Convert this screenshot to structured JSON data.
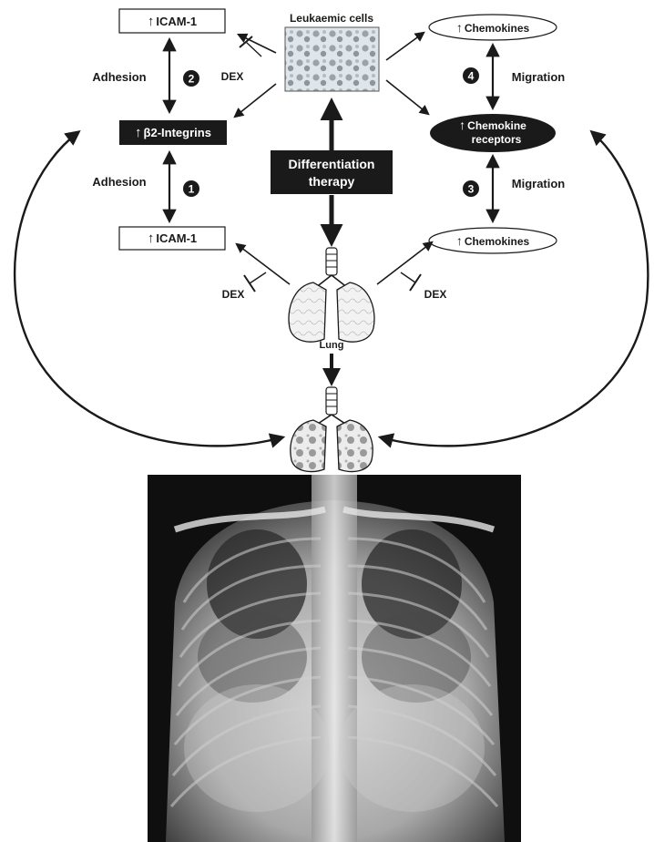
{
  "diagram": {
    "leukaemic_cells": "Leukaemic cells",
    "icam_top": "ICAM-1",
    "icam_bottom": "ICAM-1",
    "beta2_integrins": "β2-Integrins",
    "chemokines_top": "Chemokines",
    "chemokines_bottom": "Chemokines",
    "chemokine_receptors_line1": "Chemokine",
    "chemokine_receptors_line2": "receptors",
    "adhesion_top": "Adhesion",
    "adhesion_bottom": "Adhesion",
    "migration_top": "Migration",
    "migration_bottom": "Migration",
    "step_1": "1",
    "step_2": "2",
    "step_3": "3",
    "step_4": "4",
    "differentiation_line1": "Differentiation",
    "differentiation_line2": "therapy",
    "dex": "DEX",
    "lung": "Lung",
    "up_arrow": "↑"
  },
  "colors": {
    "ink": "#1a1a1a",
    "box_fill_dark": "#1a1a1a",
    "box_text_light": "#ffffff",
    "xray_background": "#0b0b0b"
  }
}
